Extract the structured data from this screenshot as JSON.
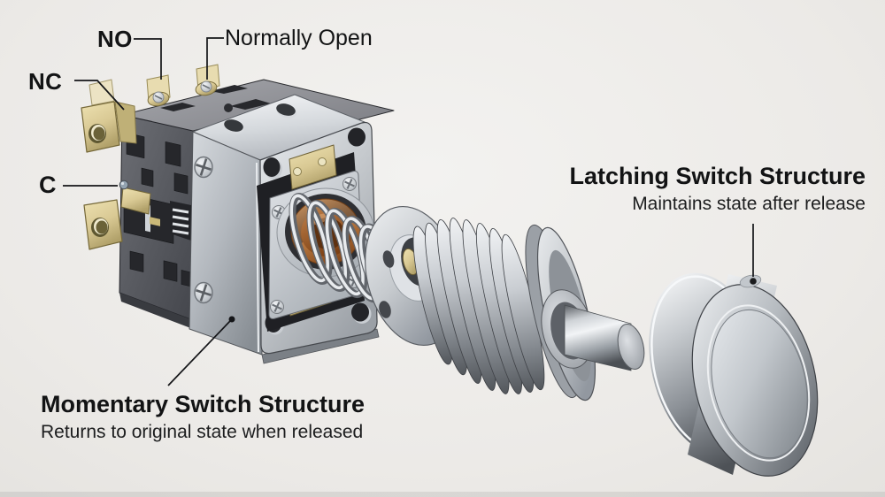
{
  "terminal_labels": {
    "no": "NO",
    "normally_open": "Normally Open",
    "nc": "NC",
    "c": "C"
  },
  "momentary": {
    "title": "Momentary Switch Structure",
    "subtitle": "Returns to original state when released"
  },
  "latching": {
    "title": "Latching Switch Structure",
    "subtitle": "Maintains state after release"
  },
  "colors": {
    "background": "#eceae7",
    "text": "#131415",
    "leader_line": "#141518",
    "metal_light": "#f2f4f6",
    "metal_mid": "#b8bdc3",
    "metal_dark": "#5f646a",
    "plastic_dark": "#55575d",
    "brass": "#d9c994",
    "copper": "#b06a33",
    "pin_blue_gray": "#93a3b0"
  }
}
